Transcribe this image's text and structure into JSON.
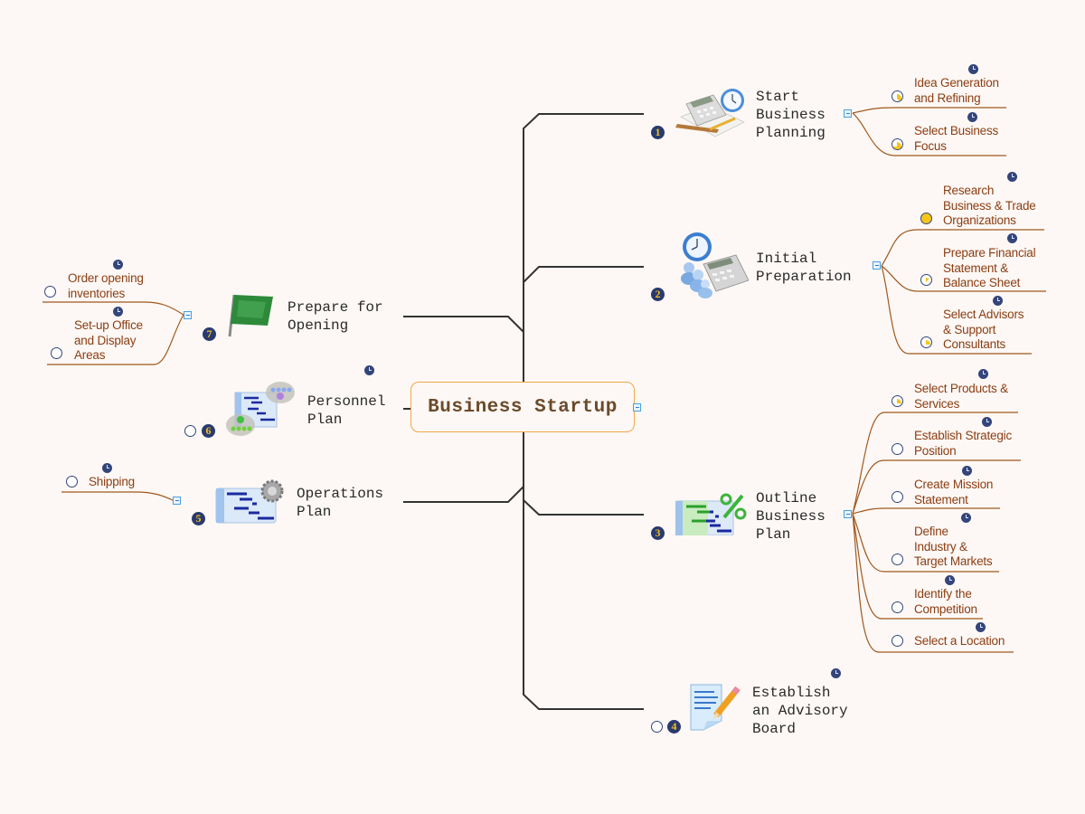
{
  "map": {
    "title": "Business Startup",
    "colors": {
      "background": "#fdf8f5",
      "root_border": "#f0a848",
      "root_text": "#6b4a2a",
      "main_branch_line": "#333333",
      "sub_branch_line": "#a0581e",
      "sub_text": "#8b3d12",
      "badge_bg": "#2a3a6e",
      "badge_text": "#f0c020",
      "progress_fill": "#f5c518",
      "collapse_border": "#4a9ee0"
    },
    "branches": [
      {
        "priority": "1",
        "label": "Start\nBusiness\nPlanning",
        "icon": "calculator-clock-ruler-icon",
        "children": [
          {
            "label": "Idea Generation\nand Refining",
            "progress": 0.375
          },
          {
            "label": "Select Business\nFocus",
            "progress": 0.625
          }
        ]
      },
      {
        "priority": "2",
        "label": "Initial\nPreparation",
        "icon": "people-clock-calculator-icon",
        "children": [
          {
            "label": "Research\nBusiness & Trade\nOrganizations",
            "progress": 1.0
          },
          {
            "label": "Prepare Financial\nStatement &\nBalance Sheet",
            "progress": 0.125
          },
          {
            "label": "Select Advisors\n& Support\nConsultants",
            "progress": 0.25
          }
        ]
      },
      {
        "priority": "3",
        "label": "Outline\nBusiness\nPlan",
        "icon": "gantt-percent-icon",
        "children": [
          {
            "label": "Select Products &\nServices",
            "progress": 0.25
          },
          {
            "label": "Establish Strategic\nPosition",
            "progress": 0
          },
          {
            "label": "Create Mission\nStatement",
            "progress": 0
          },
          {
            "label": "Define\nIndustry &\nTarget Markets",
            "progress": 0
          },
          {
            "label": "Identify the\nCompetition",
            "progress": 0
          },
          {
            "label": "Select a Location",
            "progress": 0
          }
        ]
      },
      {
        "priority": "4",
        "label": "Establish\nan Advisory\nBoard",
        "icon": "document-pencil-icon",
        "progress": 0,
        "children": []
      },
      {
        "priority": "5",
        "label": "Operations\nPlan",
        "icon": "gantt-gear-icon",
        "children": [
          {
            "label": "Shipping",
            "progress": 0
          }
        ]
      },
      {
        "priority": "6",
        "label": "Personnel\nPlan",
        "icon": "gantt-people-icon",
        "progress": 0,
        "children": []
      },
      {
        "priority": "7",
        "label": "Prepare for\nOpening",
        "icon": "green-flag-icon",
        "children": [
          {
            "label": "Order opening\ninventories",
            "progress": 0
          },
          {
            "label": "Set-up Office\nand Display\nAreas",
            "progress": 0
          }
        ]
      }
    ]
  }
}
